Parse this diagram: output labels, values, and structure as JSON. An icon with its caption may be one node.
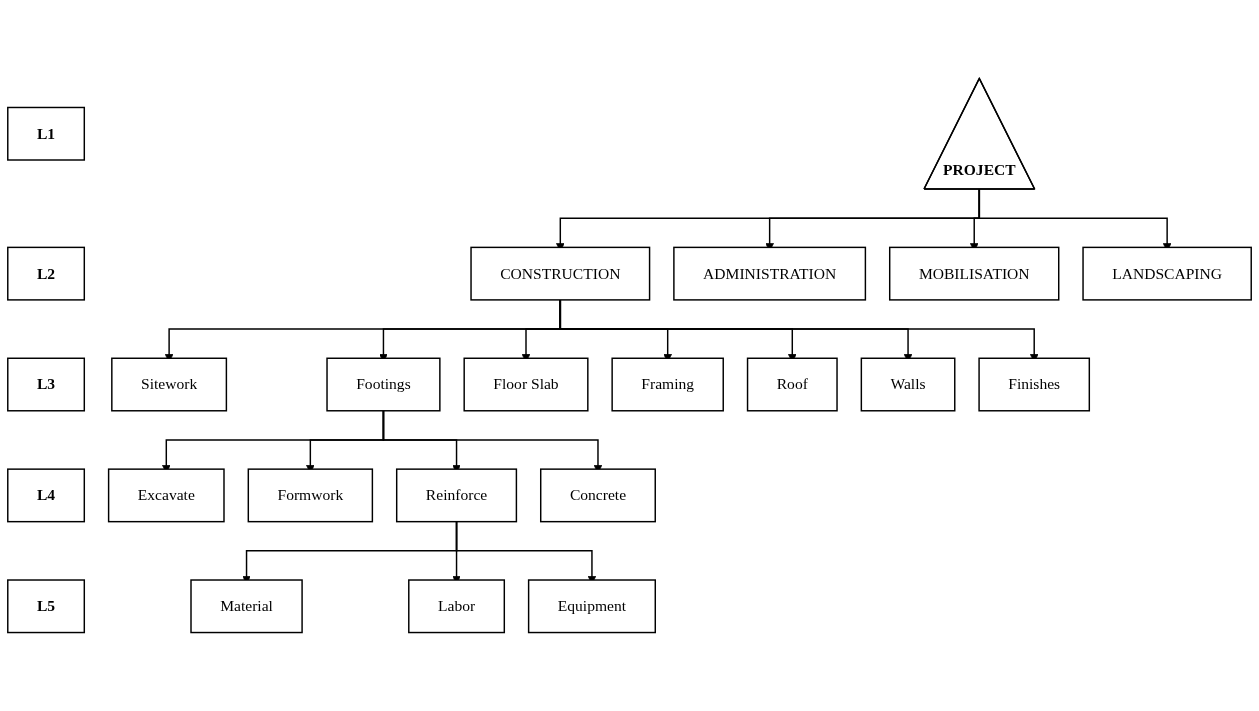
{
  "diagram": {
    "nodes": [
      {
        "text": [
          "L1"
        ]
      },
      {
        "text": [
          "PROJECT"
        ]
      },
      {
        "text": [
          "L2"
        ]
      },
      {
        "text": [
          "CONSTRUCTION"
        ]
      },
      {
        "text": [
          "ADMINISTRATION"
        ]
      },
      {
        "text": [
          "MOBILISATION"
        ]
      },
      {
        "text": [
          "LANDSCAPING"
        ]
      },
      {
        "text": [
          "L3"
        ]
      },
      {
        "text": [
          "Sitework"
        ]
      },
      {
        "text": [
          "Footings"
        ]
      },
      {
        "text": [
          "Floor Slab"
        ]
      },
      {
        "text": [
          "Framing"
        ]
      },
      {
        "text": [
          "Roof"
        ]
      },
      {
        "text": [
          "Walls"
        ]
      },
      {
        "text": [
          "Finishes"
        ]
      },
      {
        "text": [
          "L4"
        ]
      },
      {
        "text": [
          "Excavate"
        ]
      },
      {
        "text": [
          "Formwork"
        ]
      },
      {
        "text": [
          "Reinforce"
        ]
      },
      {
        "text": [
          "Concrete"
        ]
      },
      {
        "text": [
          "L5"
        ]
      },
      {
        "text": [
          "Material"
        ]
      },
      {
        "text": [
          "Labor"
        ]
      },
      {
        "text": [
          "Equipment"
        ]
      }
    ],
    "edges": [
      {
        "from": 1,
        "to": 3,
        "arrow": "to"
      },
      {
        "from": 1,
        "to": 4,
        "arrow": "to"
      },
      {
        "from": 1,
        "to": 5,
        "arrow": "to"
      },
      {
        "from": 1,
        "to": 6,
        "arrow": "to"
      },
      {
        "from": 3,
        "to": 8,
        "arrow": "to"
      },
      {
        "from": 3,
        "to": 9,
        "arrow": "to"
      },
      {
        "from": 3,
        "to": 10,
        "arrow": "to"
      },
      {
        "from": 3,
        "to": 11,
        "arrow": "to"
      },
      {
        "from": 3,
        "to": 12,
        "arrow": "to"
      },
      {
        "from": 3,
        "to": 13,
        "arrow": "to"
      },
      {
        "from": 3,
        "to": 14,
        "arrow": "to"
      },
      {
        "from": 9,
        "to": 16,
        "arrow": "to"
      },
      {
        "from": 9,
        "to": 17,
        "arrow": "to"
      },
      {
        "from": 9,
        "to": 18,
        "arrow": "to"
      },
      {
        "from": 9,
        "to": 19,
        "arrow": "to"
      },
      {
        "from": 18,
        "to": 21,
        "arrow": "to"
      },
      {
        "from": 18,
        "to": 22,
        "arrow": "to"
      },
      {
        "from": 18,
        "to": 23,
        "arrow": "to"
      }
    ]
  }
}
